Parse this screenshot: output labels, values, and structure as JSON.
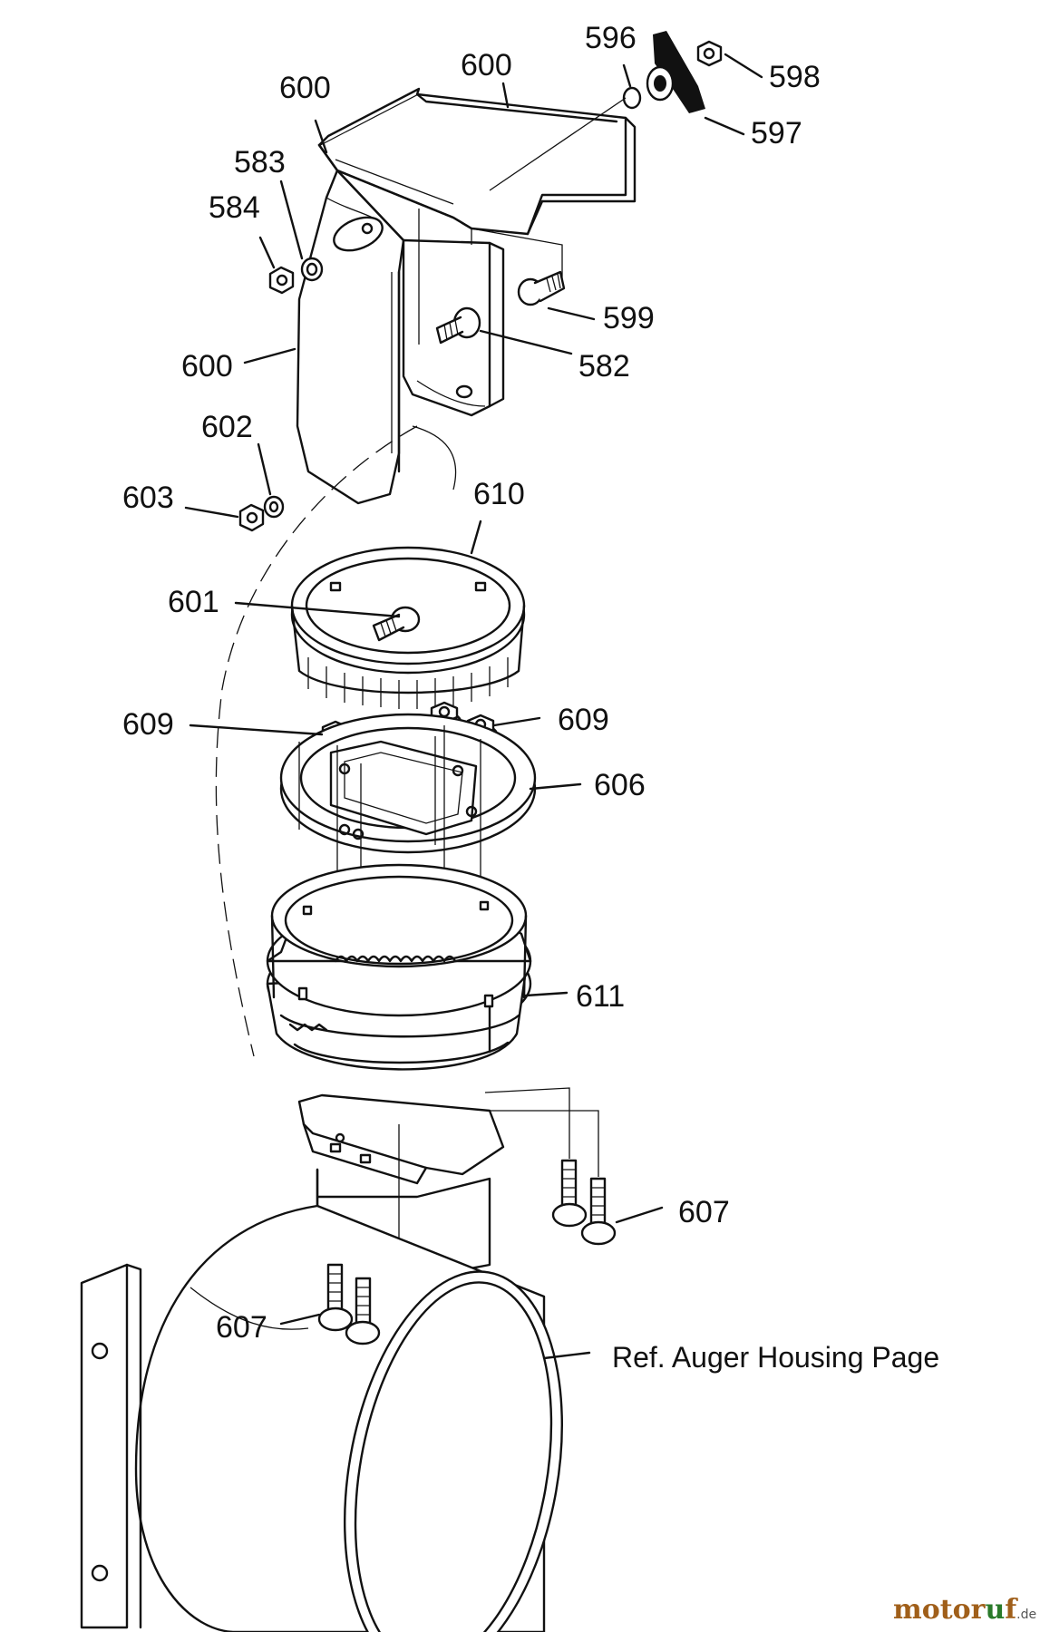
{
  "labels": {
    "l600a": "600",
    "l600b": "600",
    "l596": "596",
    "l598": "598",
    "l597": "597",
    "l583": "583",
    "l584": "584",
    "l599": "599",
    "l582": "582",
    "l600c": "600",
    "l602": "602",
    "l603": "603",
    "l610": "610",
    "l601": "601",
    "l609a": "609",
    "l609b": "609",
    "l606": "606",
    "l611": "611",
    "l607a": "607",
    "l607b": "607",
    "ref": "Ref. Auger Housing Page"
  },
  "watermark": {
    "m": "motor",
    "u": "u",
    "r": "f",
    "de": ".de"
  }
}
